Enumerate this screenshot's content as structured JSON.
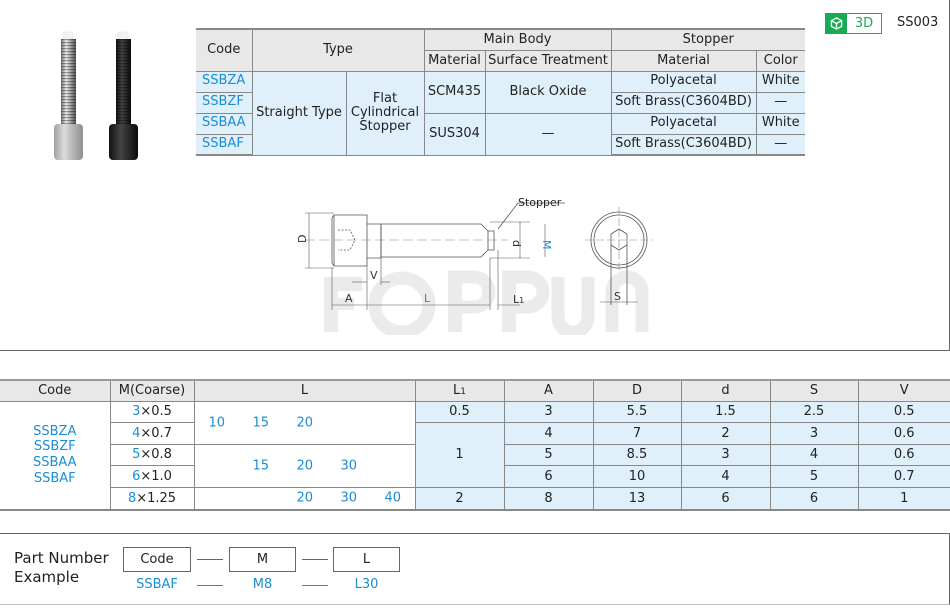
{
  "header": {
    "badge_3d": {
      "label": "3D",
      "icon": "cube-icon",
      "color": "#1aaa55"
    },
    "series_code": "SS003"
  },
  "spec_table": {
    "headers": {
      "code": "Code",
      "type": "Type",
      "main_body": "Main Body",
      "main_material": "Material",
      "surface_treatment": "Surface Treatment",
      "stopper": "Stopper",
      "stopper_material": "Material",
      "color": "Color"
    },
    "codes": [
      "SSBZA",
      "SSBZF",
      "SSBAA",
      "SSBAF"
    ],
    "type": "Straight Type",
    "stopper_type": "Flat Cylindrical Stopper",
    "main_materials": [
      "SCM435",
      "SUS304"
    ],
    "surface_treatments": [
      "Black Oxide",
      "—"
    ],
    "stopper_materials": [
      "Polyacetal",
      "Soft Brass(C3604BD)",
      "Polyacetal",
      "Soft Brass(C3604BD)"
    ],
    "colors": [
      "White",
      "—",
      "White",
      "—"
    ]
  },
  "drawing": {
    "labels": {
      "stopper": "Stopper",
      "D": "D",
      "d": "d",
      "M": "M",
      "V": "V",
      "A": "A",
      "L": "L",
      "L1": "L",
      "L1_sub": "1",
      "S": "S"
    },
    "watermark": "FORRUN",
    "accent": "#1b8dd3"
  },
  "dims_table": {
    "headers": [
      "Code",
      "M(Coarse)",
      "L",
      "L",
      "A",
      "D",
      "d",
      "S",
      "V"
    ],
    "l1_sub": "1",
    "codes": [
      "SSBZA",
      "SSBZF",
      "SSBAA",
      "SSBAF"
    ],
    "rows": [
      {
        "m_num": "3",
        "m_pitch": "×0.5",
        "A": "3",
        "D": "5.5",
        "d": "1.5",
        "S": "2.5",
        "V": "0.5"
      },
      {
        "m_num": "4",
        "m_pitch": "×0.7",
        "A": "4",
        "D": "7",
        "d": "2",
        "S": "3",
        "V": "0.6"
      },
      {
        "m_num": "5",
        "m_pitch": "×0.8",
        "A": "5",
        "D": "8.5",
        "d": "3",
        "S": "4",
        "V": "0.6"
      },
      {
        "m_num": "6",
        "m_pitch": "×1.0",
        "A": "6",
        "D": "10",
        "d": "4",
        "S": "5",
        "V": "0.7"
      },
      {
        "m_num": "8",
        "m_pitch": "×1.25",
        "A": "8",
        "D": "13",
        "d": "6",
        "S": "6",
        "V": "1"
      }
    ],
    "l_groups": [
      [
        "10",
        "15",
        "20"
      ],
      [
        "15",
        "20",
        "30"
      ],
      [
        "20",
        "30",
        "40"
      ]
    ],
    "l1_groups": [
      "0.5",
      "1",
      "2"
    ]
  },
  "part_number_example": {
    "label_line1": "Part Number",
    "label_line2": "Example",
    "boxes": [
      "Code",
      "M",
      "L"
    ],
    "values": [
      "SSBAF",
      "M8",
      "L30"
    ]
  }
}
